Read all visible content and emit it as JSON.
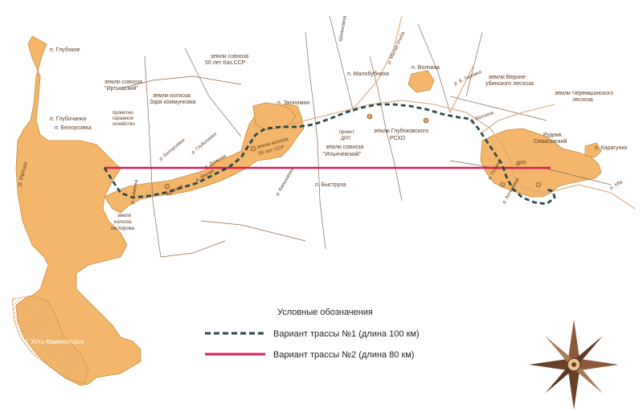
{
  "colors": {
    "land": "#f3b66a",
    "land_stroke": "#c98a3e",
    "river": "#d9a67a",
    "road": "#8a6a55",
    "route1": "#2b4a4a",
    "route2": "#d81e5b",
    "label": "#5a3a22"
  },
  "labels": {
    "glubokoe": "п. Глубокое",
    "glubochanka": "п. Глубочанка",
    "belousovka": "п. Белоусовка",
    "irtysh_river": "р. Иртыш",
    "sovkhoz_irtysh_1": "земли совхоза",
    "sovkhoz_irtysh_2": "\"Иртышский\"",
    "sovkhoz_50_1": "земли совхоза",
    "sovkhoz_50_2": "50 лет Каз.ССР",
    "kolkhoz_zarya_1": "земли колхоза",
    "kolkhoz_zarya_2": "Заря коммунизма",
    "proekt_garazh_1": "проектно-",
    "proekt_garazh_2": "гаражное",
    "proekt_garazh_3": "хозяйство",
    "belousovka_river": "р. Белоусовка",
    "glubochanka_river": "р. Глубочанка",
    "donskaya": "р. Донская",
    "malaya": "р. Малая",
    "shemonaikha": "Шемонаиха",
    "malaya_ulba": "р. Малая Ульба",
    "malobubnikha": "п. Малобубниха",
    "volchikha": "п. Волчиха",
    "tagilka": "р. Б. Таловка",
    "verkhne_1": "земли Верхне-",
    "verkhne_2": "убинского лесхоза",
    "cheremsh_1": "земли Черемшанского",
    "cheremsh_2": "лесхоза",
    "ekonomiya": "п. Экономия",
    "proekt_drp_1": "проект.",
    "proekt_drp_2": "ДРП",
    "glubokovsk_1": "земли Глубоковского",
    "glubokovsk_2": "РСХО",
    "volchikha_river": "р. Волчиха",
    "rudnik_1": "Рудник",
    "rudnik_2": "Секисовский",
    "karagunikh": "п. Карагуних",
    "ilyich_1": "земли совхоза",
    "ilyich_2": "\"Ильичевский\"",
    "kolkhoz_50_1": "земли колхоза",
    "kolkhoz_50_2": "50 лет. ССР",
    "bystrukha": "п. Быструха",
    "kamyshenka": "р. Камышенка",
    "drp": "ДРП",
    "kirov_1": "земли",
    "kirov_2": "колхоза",
    "kirov_3": "им.Кирова",
    "ust_kamenogorsk": "г. Усть-Каменогорск",
    "ulba_river": "р. Уба",
    "kamenka": "р. Каменка",
    "plavnoe": "р. Плавня",
    "antonovka": "р. Антоновка",
    "krasnaya": "Красная"
  },
  "legend": {
    "title": "Условные обозначения",
    "route1": "Вариант трассы №1 (длина 100 км)",
    "route2": "Вариант трассы №2 (длина 80 км)"
  },
  "compass": {
    "icon": "compass-rose-icon"
  }
}
